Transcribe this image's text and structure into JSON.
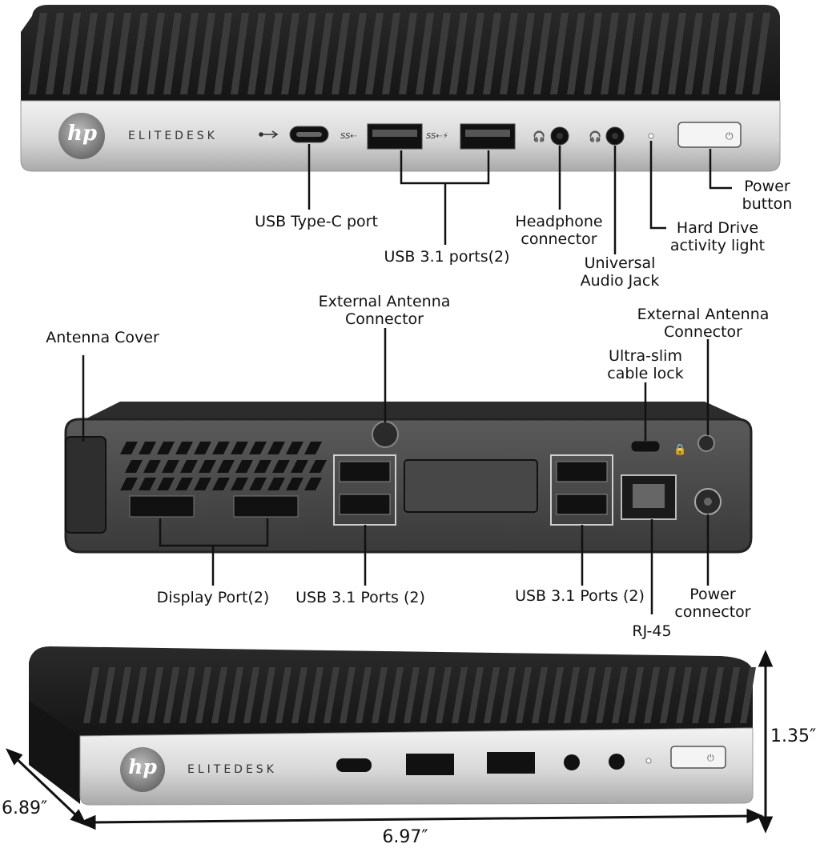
{
  "brand": {
    "logo": "hp",
    "model": "ELITEDESK"
  },
  "front_view": {
    "labels": {
      "usb_c": "USB Type-C port",
      "usb31": "USB 3.1 ports(2)",
      "headphone": "Headphone\nconnector",
      "universal_audio": "Universal\nAudio Jack",
      "hdd_light": "Hard Drive\nactivity light",
      "power_button": "Power\nbutton"
    }
  },
  "rear_view": {
    "labels": {
      "antenna_cover": "Antenna Cover",
      "ext_antenna_left": "External Antenna\nConnector",
      "ext_antenna_right": "External Antenna\nConnector",
      "cable_lock": "Ultra-slim\ncable lock",
      "display_port": "Display Port(2)",
      "usb31_left": "USB 3.1 Ports (2)",
      "usb31_right": "USB 3.1 Ports (2)",
      "power_connector": "Power\nconnector",
      "rj45": "RJ-45"
    }
  },
  "dimensions": {
    "height": "1.35″",
    "depth": "6.89″",
    "width": "6.97″"
  },
  "colors": {
    "body": "#1e1e1e",
    "vent": "#3a3a3a",
    "silver_top": "#e6e6e6",
    "silver_bottom": "#b9b9b9",
    "line": "#111111"
  }
}
